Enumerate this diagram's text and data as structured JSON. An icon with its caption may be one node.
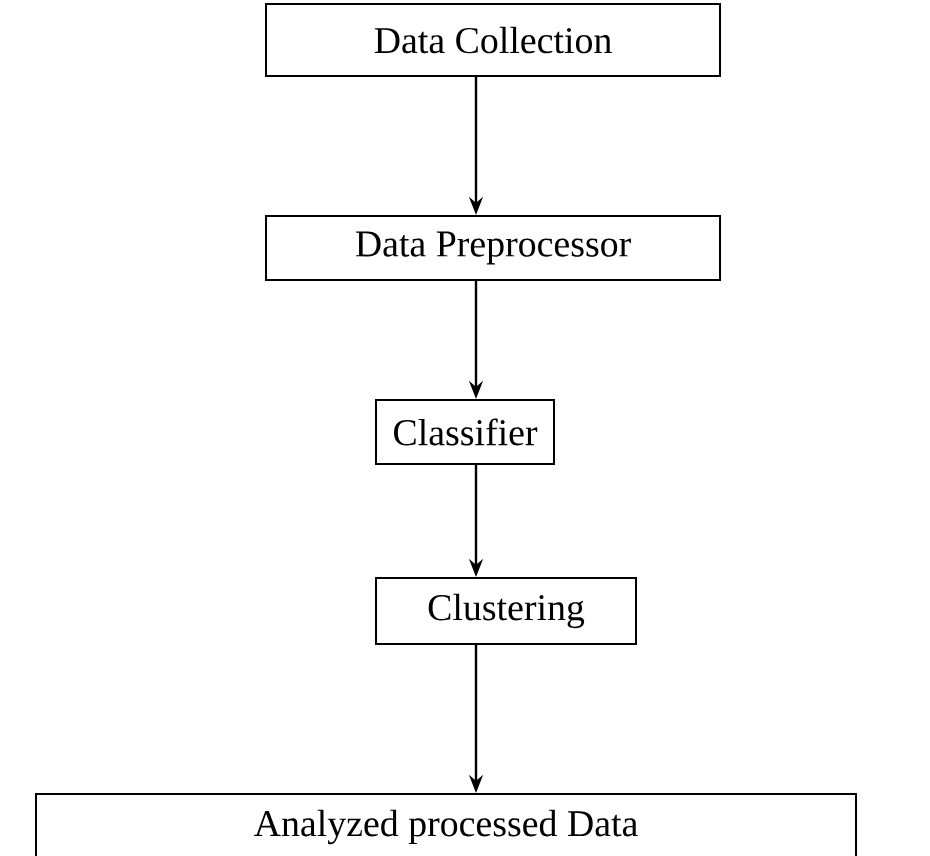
{
  "diagram": {
    "nodes": [
      {
        "text": [
          "Data Collection"
        ]
      },
      {
        "text": [
          "Data Preprocessor"
        ]
      },
      {
        "text": [
          "Classifier"
        ]
      },
      {
        "text": [
          "Clustering"
        ]
      },
      {
        "text": [
          "Analyzed processed Data"
        ]
      }
    ],
    "edges": [
      {
        "from": 0,
        "to": 1,
        "arrow": "to"
      },
      {
        "from": 1,
        "to": 2,
        "arrow": "to"
      },
      {
        "from": 2,
        "to": 3,
        "arrow": "to"
      },
      {
        "from": 3,
        "to": 4,
        "arrow": "to"
      }
    ]
  }
}
